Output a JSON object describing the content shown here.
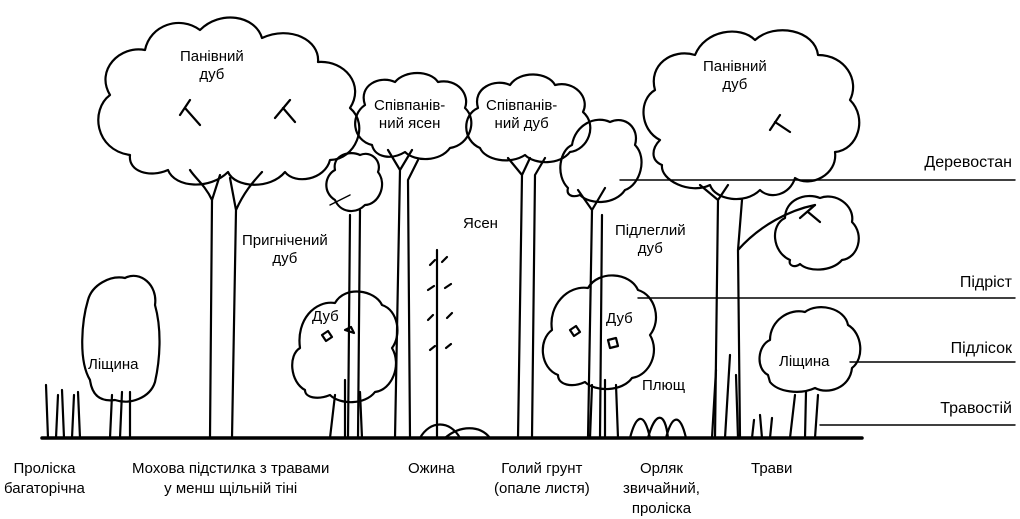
{
  "tree_labels": {
    "canopy_oak_left": [
      "Панівний",
      "дуб"
    ],
    "codominant_ash": [
      "Співпанів-",
      "ний ясен"
    ],
    "codominant_oak": [
      "Співпанів-",
      "ний дуб"
    ],
    "canopy_oak_right": [
      "Панівний",
      "дуб"
    ],
    "suppressed_oak": [
      "Пригнічений",
      "дуб"
    ],
    "ash": "Ясен",
    "subordinate_oak": [
      "Підлеглий",
      "дуб"
    ],
    "young_oak_left": "Дуб",
    "young_oak_right": "Дуб",
    "hazel_left": "Ліщина",
    "hazel_right": "Ліщина",
    "ivy": "Плющ"
  },
  "tiers": {
    "canopy": "Деревостан",
    "regeneration": "Підріст",
    "understory": "Підлісок",
    "herb_layer": "Травостій"
  },
  "ground_labels": {
    "bluebell": [
      "Проліска",
      "багаторічна"
    ],
    "moss": [
      "Мохова підстилка з травами",
      "у менш щільній тіні"
    ],
    "bramble": "Ожина",
    "bare_soil": [
      "Голий грунт",
      "(опале листя)"
    ],
    "bracken": [
      "Орляк",
      "звичайний,",
      "проліска"
    ],
    "grasses": "Трави"
  },
  "colors": {
    "ink": "#000000",
    "paper": "#ffffff"
  }
}
